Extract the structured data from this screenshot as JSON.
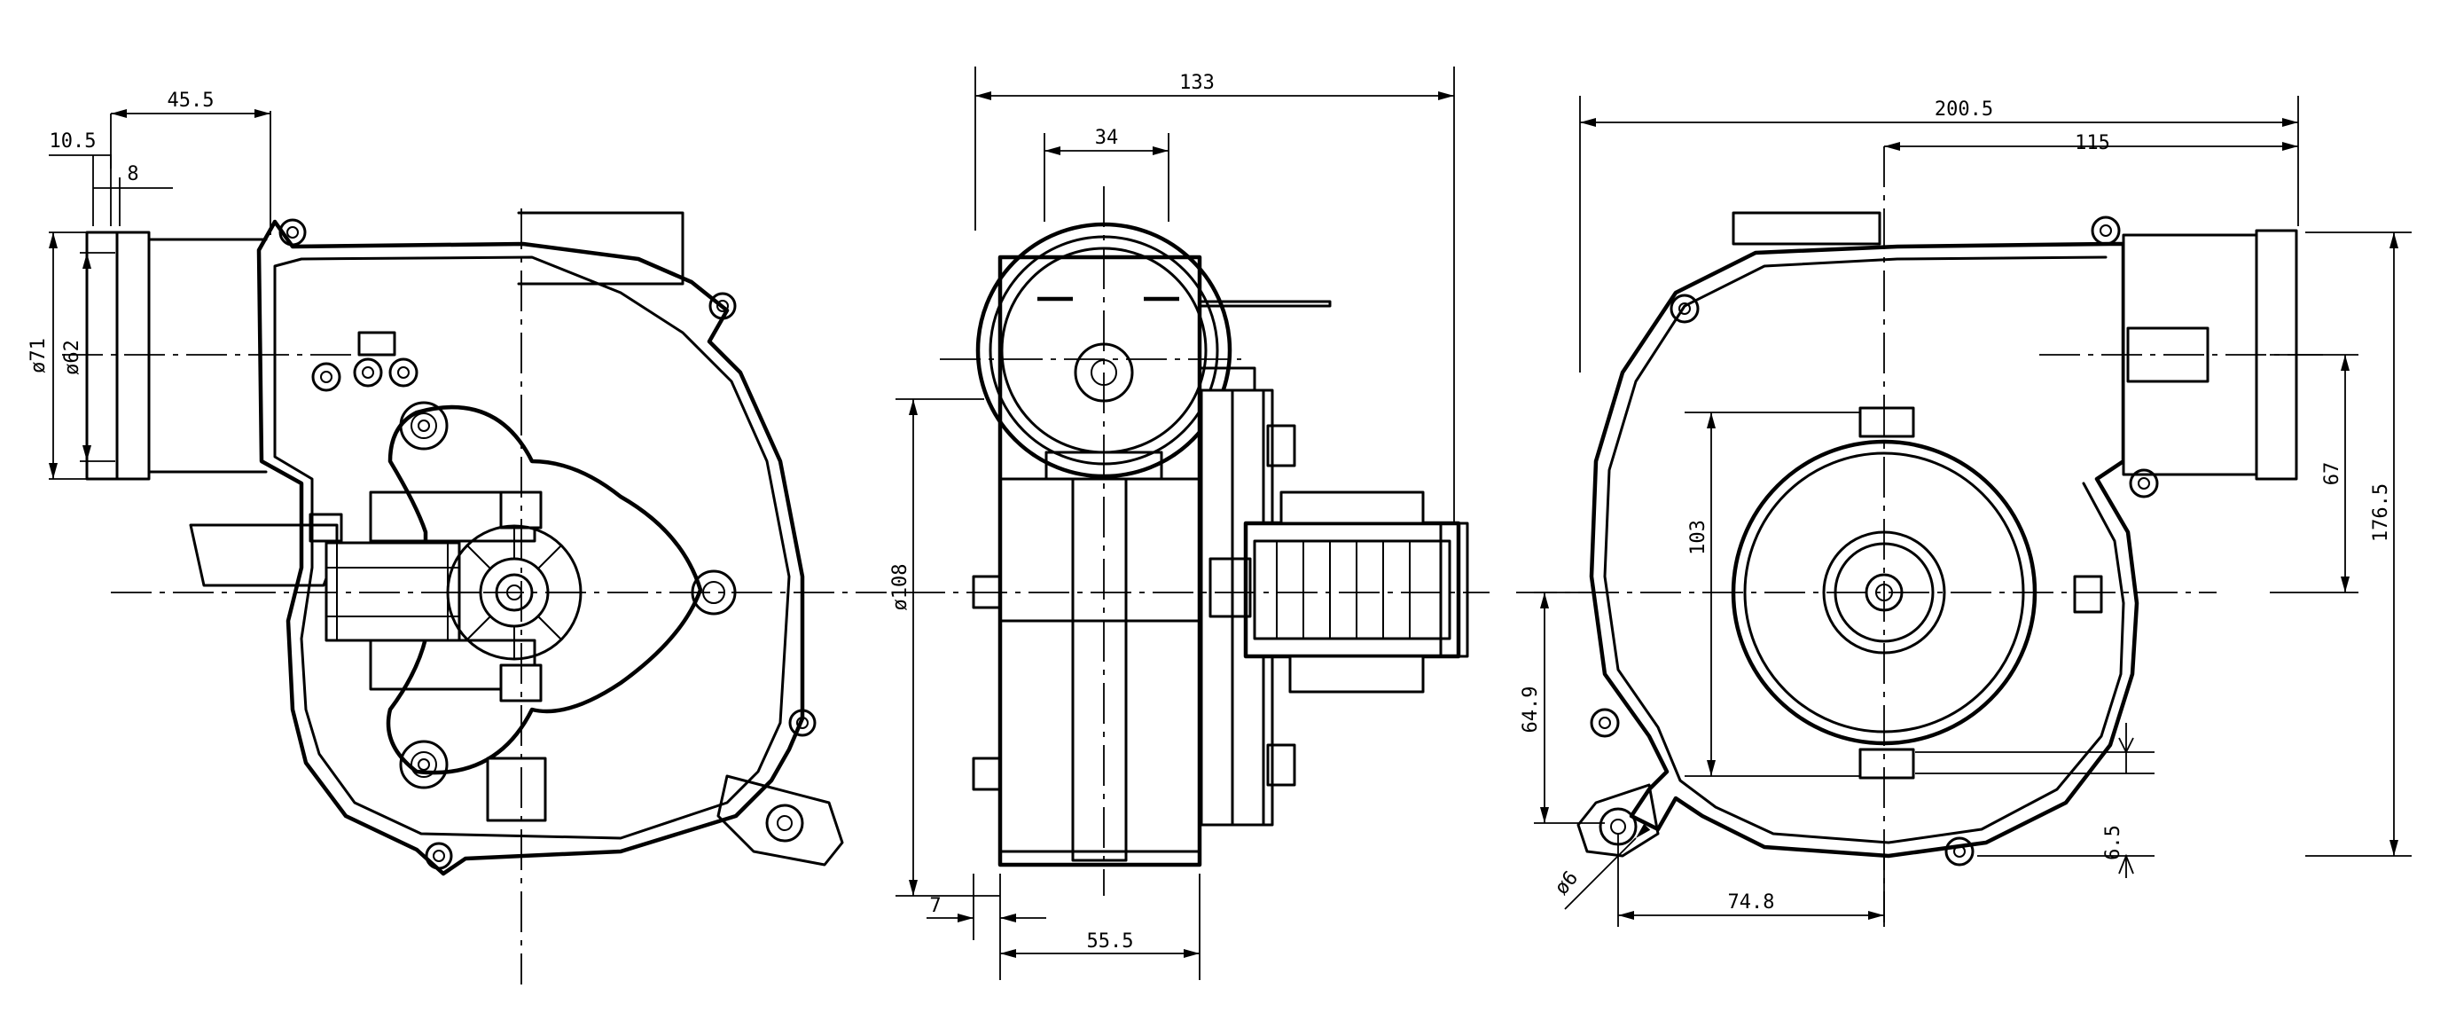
{
  "dimensions": {
    "left_view": {
      "inlet_depth": "45.5",
      "flange_offset": "10.5",
      "flange_thickness": "8",
      "outer_diameter": "ø71",
      "inner_diameter": "ø62"
    },
    "middle_view": {
      "overall_width": "133",
      "outlet_width": "34",
      "wheel_diameter": "ø108",
      "base_offset": "7",
      "base_width": "55.5"
    },
    "right_view": {
      "overall_length": "200.5",
      "axis_to_outlet": "115",
      "outlet_height": "67",
      "overall_height": "176.5",
      "motor_height": "103",
      "mount_height": "64.9",
      "mount_hole": "ø6",
      "mount_distance": "74.8",
      "foot_height": "6.5"
    }
  },
  "arrow_style": {
    "line_color": "#000000",
    "background": "#ffffff"
  }
}
